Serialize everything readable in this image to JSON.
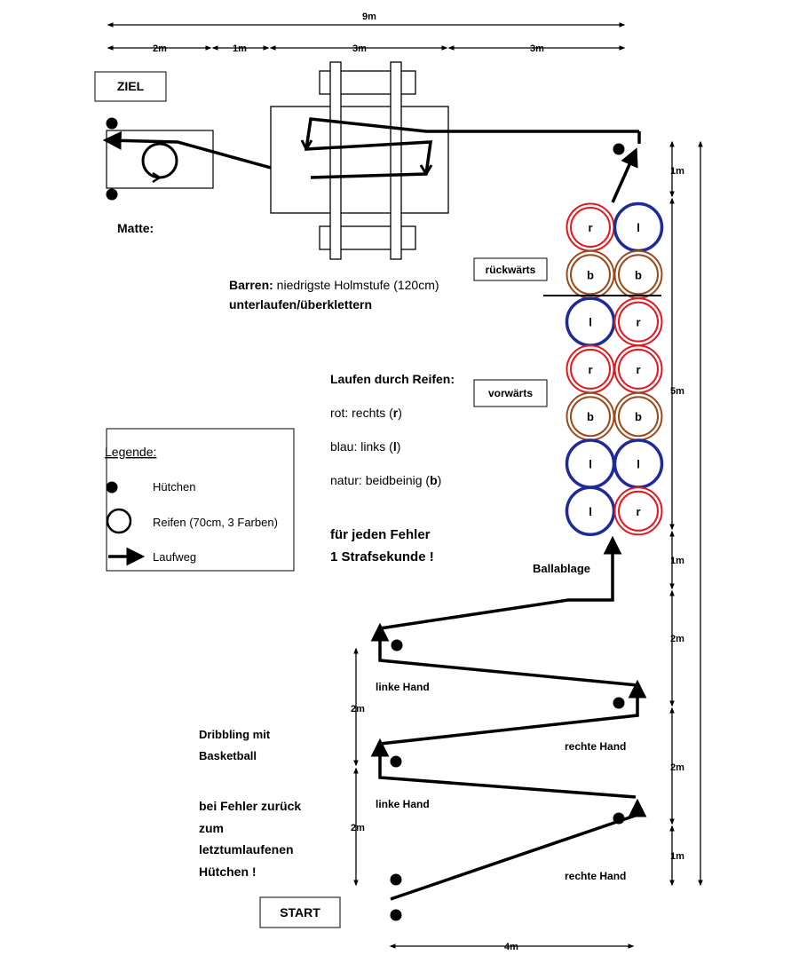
{
  "dimensions": {
    "total_width": "9m",
    "seg_2m": "2m",
    "seg_1m": "1m",
    "seg_3m_a": "3m",
    "seg_3m_b": "3m",
    "right_1m_top": "1m",
    "right_5m": "5m",
    "right_1m_mid": "1m",
    "right_2m_a": "2m",
    "right_2m_b": "2m",
    "right_1m_bottom": "1m",
    "left_2m_a": "2m",
    "left_2m_b": "2m",
    "bottom_4m": "4m"
  },
  "boxes": {
    "ziel": "ZIEL",
    "start": "START",
    "rueckwaerts": "rückwärts",
    "vorwaerts": "vorwärts"
  },
  "labels": {
    "matte": "Matte:",
    "barren_bold": "Barren:",
    "barren_rest": " niedrigste Holmstufe (120cm)",
    "barren_line2": "unterlaufen/überklettern",
    "reifen_title": "Laufen durch Reifen:",
    "rot": "rot: rechts (",
    "rot_letter": "r",
    "blau": "blau: links (",
    "blau_letter": "l",
    "natur": "natur: beidbeinig (",
    "natur_letter": "b",
    "close_paren": ")",
    "fehler_1": "für jeden Fehler",
    "fehler_2": "1 Strafsekunde !",
    "ballablage": "Ballablage",
    "linke_hand_1": "linke Hand",
    "rechte_hand_1": "rechte Hand",
    "linke_hand_2": "linke Hand",
    "rechte_hand_2": "rechte Hand",
    "dribbling_1": "Dribbling mit",
    "dribbling_2": "Basketball",
    "bei_fehler_1": "bei Fehler zurück",
    "bei_fehler_2": "zum",
    "bei_fehler_3": "letztumlaufenen",
    "bei_fehler_4": "Hütchen !"
  },
  "legend": {
    "title": "Legende:",
    "huetchen": "Hütchen",
    "reifen": "Reifen (70cm, 3 Farben)",
    "laufweg": "Laufweg"
  },
  "colors": {
    "red": "#e0191f",
    "blue": "#1f2a9a",
    "brown": "#9a4a1c",
    "line": "#000000"
  },
  "hoop_grid": [
    [
      {
        "letter": "r",
        "color": "red"
      },
      {
        "letter": "l",
        "color": "blue"
      }
    ],
    [
      {
        "letter": "b",
        "color": "brown"
      },
      {
        "letter": "b",
        "color": "brown"
      }
    ],
    [
      {
        "letter": "l",
        "color": "blue"
      },
      {
        "letter": "r",
        "color": "red"
      }
    ],
    [
      {
        "letter": "r",
        "color": "red"
      },
      {
        "letter": "r",
        "color": "red"
      }
    ],
    [
      {
        "letter": "b",
        "color": "brown"
      },
      {
        "letter": "b",
        "color": "brown"
      }
    ],
    [
      {
        "letter": "l",
        "color": "blue"
      },
      {
        "letter": "l",
        "color": "blue"
      }
    ],
    [
      {
        "letter": "l",
        "color": "blue"
      },
      {
        "letter": "r",
        "color": "red"
      }
    ]
  ]
}
